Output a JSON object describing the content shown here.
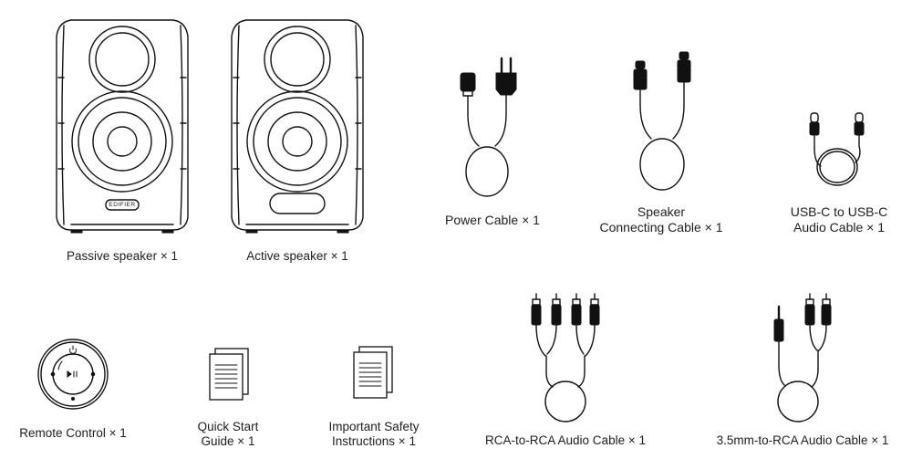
{
  "speakers": {
    "brand_logo": "EDIFIER",
    "passive_label": "Passive speaker × 1",
    "active_label": "Active speaker × 1"
  },
  "cables": {
    "power_label": "Power Cable × 1",
    "speaker_label_line1": "Speaker",
    "speaker_label_line2": "Connecting Cable × 1",
    "usbc_label_line1": "USB-C to USB-C",
    "usbc_label_line2": "Audio Cable × 1",
    "rca_label": "RCA-to-RCA Audio Cable × 1",
    "mm_label": "3.5mm-to-RCA Audio Cable × 1"
  },
  "accessories": {
    "remote_label": "Remote Control × 1",
    "quick_start_line1": "Quick Start",
    "quick_start_line2": "Guide × 1",
    "safety_line1": "Important Safety",
    "safety_line2": "Instructions × 1"
  }
}
